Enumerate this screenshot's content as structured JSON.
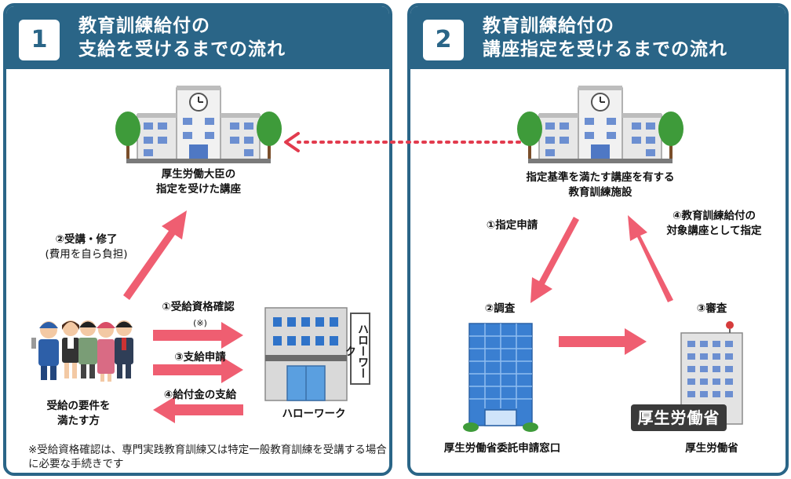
{
  "panel1": {
    "number": "1",
    "title_line1": "教育訓練給付の",
    "title_line2": "支給を受けるまでの流れ"
  },
  "panel2": {
    "number": "2",
    "title_line1": "教育訓練給付の",
    "title_line2": "講座指定を受けるまでの流れ"
  },
  "left": {
    "school_label_line1": "厚生労働大臣の",
    "school_label_line2": "指定を受けた講座",
    "step2_line1": "②受講・修了",
    "step2_line2": "(費用を自ら負担)",
    "step1": "①受給資格確認",
    "step1_note": "(※)",
    "step3": "③支給申請",
    "step4": "④給付金の支給",
    "people_label_line1": "受給の要件を",
    "people_label_line2": "満たす方",
    "hellowork_label": "ハローワーク",
    "hellowork_sign": "ハローワーク",
    "footnote": "※受給資格確認は、専門実践教育訓練又は特定一般教育訓練を受講する場合に必要な手続きです"
  },
  "right": {
    "school_label_line1": "指定基準を満たす講座を有する",
    "school_label_line2": "教育訓練施設",
    "step1": "①指定申請",
    "step4_line1": "④教育訓練給付の",
    "step4_line2": "対象講座として指定",
    "step2": "②調査",
    "step3": "③審査",
    "office_label": "厚生労働省委託申請窓口",
    "ministry_label": "厚生労働省",
    "ministry_stamp": "厚生労働省"
  },
  "colors": {
    "header": "#2a6587",
    "arrow": "#ef5e71",
    "dotted_arrow": "#e23b4e"
  }
}
